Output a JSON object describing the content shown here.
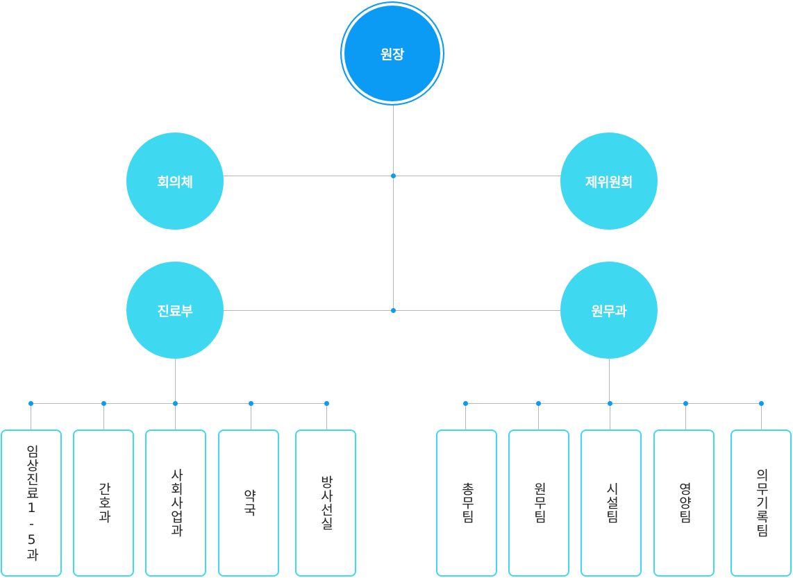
{
  "director": {
    "label": "원장"
  },
  "council": {
    "label": "회의체"
  },
  "committee": {
    "label": "제위원회"
  },
  "medical": {
    "label": "진료부",
    "teams": [
      "임상진료1-5과",
      "간호과",
      "사회사업과",
      "약국",
      "방사선실"
    ]
  },
  "admin": {
    "label": "원무과",
    "teams": [
      "총무팀",
      "원무팀",
      "시설팀",
      "영양팀",
      "의무기록팀"
    ]
  },
  "colors": {
    "director": "#0b9af4",
    "department": "#3fd8f1",
    "line": "#b7b7b7",
    "dot": "#0b9af4"
  }
}
